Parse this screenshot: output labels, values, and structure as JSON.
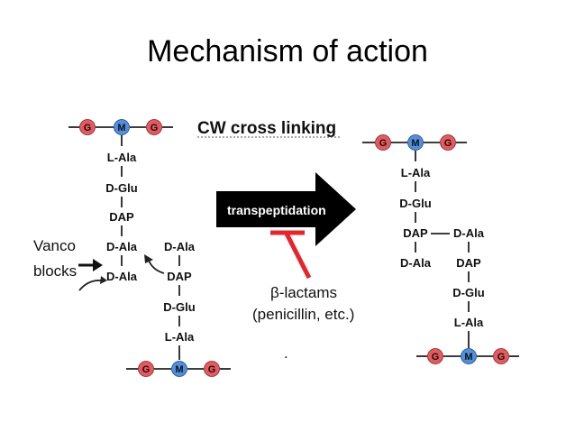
{
  "slide": {
    "title": "Mechanism of action"
  },
  "diagram": {
    "heading": "CW cross linking",
    "left_chain_1": [
      "L-Ala",
      "D-Glu",
      "DAP",
      "D-Ala",
      "D-Ala"
    ],
    "left_chain_2": [
      "D-Ala",
      "DAP",
      "D-Glu",
      "L-Ala"
    ],
    "right_chain_1": [
      "L-Ala",
      "D-Glu",
      "DAP",
      "D-Ala"
    ],
    "right_chain_2": [
      "D-Ala",
      "DAP",
      "D-Glu",
      "L-Ala"
    ],
    "sugars": {
      "g": "G",
      "m": "M"
    },
    "vanco_label_line1": "Vanco",
    "vanco_label_line2": "blocks",
    "arrow_label": "transpeptidation",
    "blocker_label_line1": "β-lactams",
    "blocker_label_line2": "(penicillin, etc.)",
    "footnote": "."
  },
  "colors": {
    "g_circle": "#e8585c",
    "m_circle": "#4f8fe0",
    "blocker": "#e8242a",
    "arrow": "#000000"
  }
}
